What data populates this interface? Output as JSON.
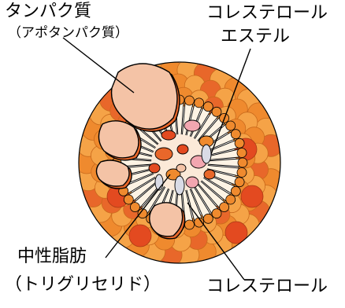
{
  "labels": {
    "protein": "タンパク質",
    "apoprotein": "（アポタンパク質）",
    "ester_line1": "コレステロール",
    "ester_line2": "エステル",
    "tg_line1": "中性脂肪",
    "tg_line2": "（トリグリセリド）",
    "cholesterol": "コレステロール"
  },
  "colors": {
    "outer_orange": "#f5a347",
    "mid_orange": "#ef8a2e",
    "dark_orange": "#e8672a",
    "red_orange": "#e34a20",
    "peach": "#f4c3a6",
    "cream": "#fbe7cf",
    "pink": "#f2a6b0",
    "lavender": "#d9dbe6",
    "tail_fill": "#fdf3e4",
    "outline": "#000000"
  }
}
